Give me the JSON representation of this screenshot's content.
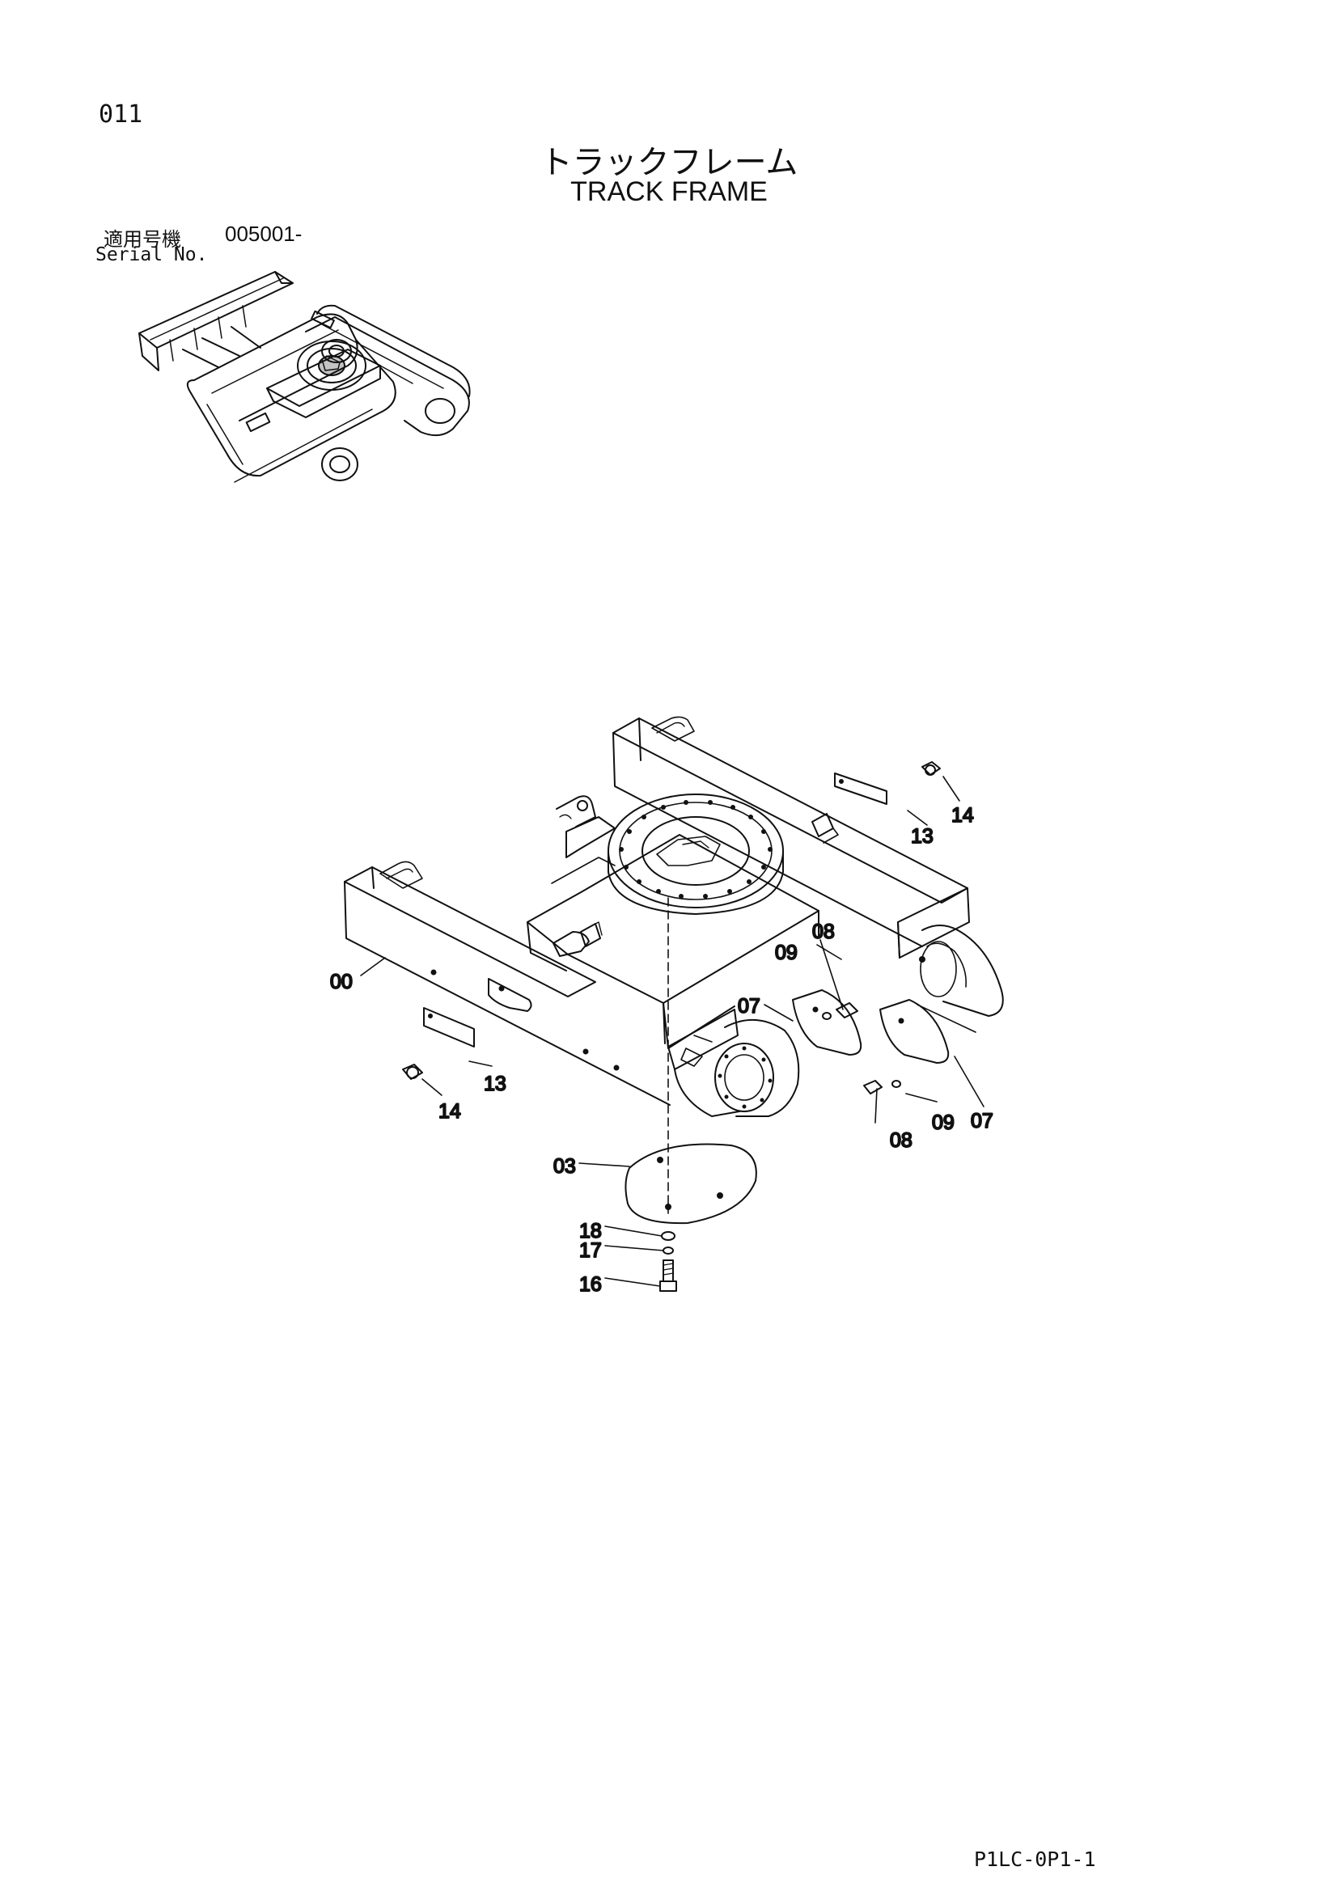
{
  "page": {
    "number": "011",
    "title_jp": "トラックフレーム",
    "title_en": "TRACK FRAME",
    "serial_label_jp": "適用号機",
    "serial_label_en": "Serial No.",
    "serial_value": "005001-",
    "doc_code": "P1LC-0P1-1"
  },
  "figure": {
    "callouts": [
      {
        "key": "c00",
        "label": "00"
      },
      {
        "key": "c03",
        "label": "03"
      },
      {
        "key": "c07a",
        "label": "07"
      },
      {
        "key": "c07b",
        "label": "07"
      },
      {
        "key": "c08a",
        "label": "08"
      },
      {
        "key": "c08b",
        "label": "08"
      },
      {
        "key": "c09a",
        "label": "09"
      },
      {
        "key": "c09b",
        "label": "09"
      },
      {
        "key": "c13a",
        "label": "13"
      },
      {
        "key": "c13b",
        "label": "13"
      },
      {
        "key": "c14a",
        "label": "14"
      },
      {
        "key": "c14b",
        "label": "14"
      },
      {
        "key": "c16",
        "label": "16"
      },
      {
        "key": "c17",
        "label": "17"
      },
      {
        "key": "c18",
        "label": "18"
      }
    ]
  }
}
